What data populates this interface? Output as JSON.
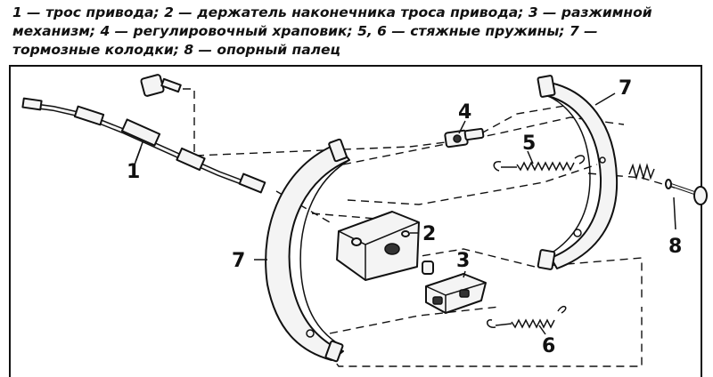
{
  "caption": {
    "line1": "1 — трос привода; 2 — держатель наконечника троса привода; 3 — разжимной",
    "line2": "механизм; 4 — регулировочный храповик; 5, 6 — стяжные пружины; 7 —",
    "line3": "тормозные колодки; 8 — опорный палец"
  },
  "labels": {
    "cable": "1",
    "cable_holder": "2",
    "expander": "3",
    "adjuster": "4",
    "spring_upper": "5",
    "spring_lower": "6",
    "shoe_left": "7",
    "shoe_right": "7",
    "pin": "8"
  }
}
